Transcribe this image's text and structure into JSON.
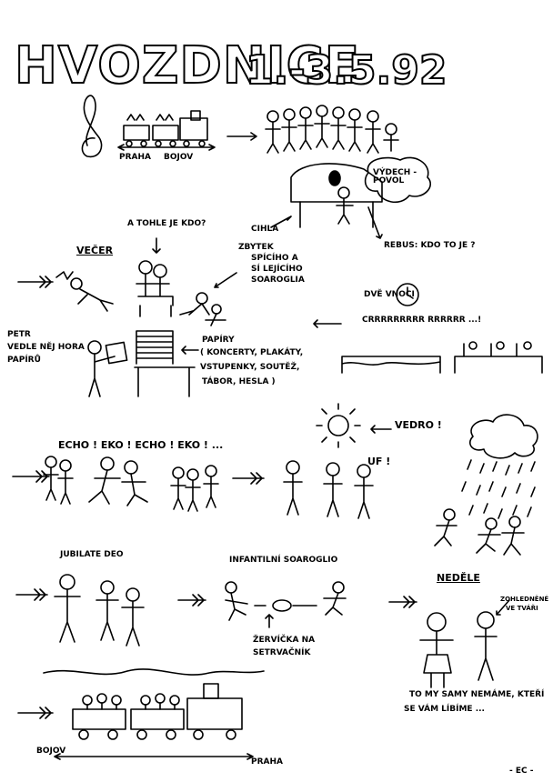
{
  "title": {
    "name": "HVOZDNICE",
    "date": "1.-3.5.92"
  },
  "route_top": {
    "start": "PRAHA",
    "end": "BOJOV"
  },
  "scene_choir": {
    "dialog": "VÝDECH - POVOL",
    "guess_label": "CIHLA",
    "puzzle": "REBUS: KDO TO JE ?"
  },
  "scene_evening": {
    "title": "VEČER",
    "question": "A TOHLE JE KDO?",
    "rest": [
      "ZBYTEK",
      "SPÍCÍHO A",
      "SÍ LEJÍCÍHO",
      "SOAROGLIA"
    ]
  },
  "scene_papers": {
    "petr": [
      "PETR",
      "VEDLE NĚJ HORA",
      "PAPÍRŮ"
    ],
    "papers": [
      "PAPÍRY",
      "( KONCERTY, PLAKÁTY,",
      "VSTUPENKY, SOUTĚŽ,",
      "TÁBOR, HESLA )"
    ]
  },
  "scene_alarm": {
    "line1": "DVĚ VNOCI",
    "line2": "CRRRRRRRRR RRRRRR ...!"
  },
  "scene_echo": {
    "text": "ECHO ! EKO ! ECHO ! EKO ! ..."
  },
  "scene_heat": {
    "weather": "VEDRO !",
    "sigh": "UF !"
  },
  "scene_jubilate": {
    "song": "JUBILATE DEO"
  },
  "scene_infantile": {
    "title": "INFANTILNÍ SOAROGLIO",
    "note": [
      "ŽERVÍČKA NA",
      "SETRVAČNÍK"
    ]
  },
  "scene_sunday": {
    "title": "NEDĚLE",
    "label": [
      "ZOHLEDNĚNÉ",
      "VE TVÁŘI"
    ],
    "caption": [
      "TO MY SAMY NEMÁME, KTEŘÍ",
      "SE VÁM LÍBÍME ..."
    ]
  },
  "route_bottom": {
    "start": "BOJOV",
    "end": "PRAHA"
  },
  "signature": "- EC -"
}
